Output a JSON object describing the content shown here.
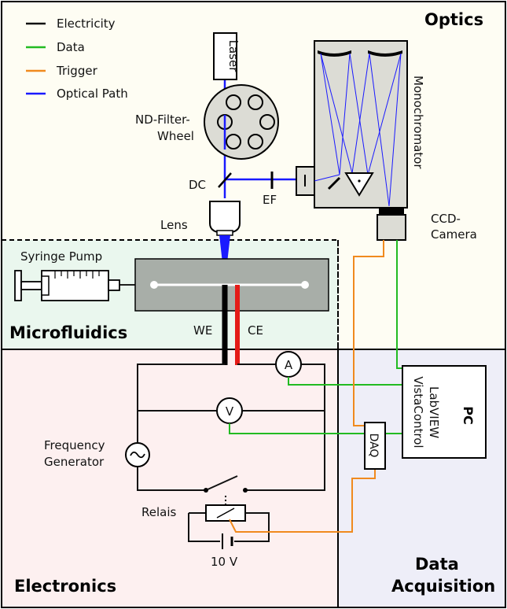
{
  "colors": {
    "electricity": "#111111",
    "data": "#22bb22",
    "trigger": "#f08a1e",
    "optical_path": "#1a1aff",
    "optics_bg": "#fefdf3",
    "microfluidics_bg": "#eaf7ee",
    "electronics_bg": "#fdf0f0",
    "daq_bg": "#eeeef8",
    "device_gray": "#dcdcd5",
    "chip_gray": "#a8aea8",
    "ce_red": "#e41b17"
  },
  "legend": [
    {
      "label": "Electricity",
      "color_key": "electricity"
    },
    {
      "label": "Data",
      "color_key": "data"
    },
    {
      "label": "Trigger",
      "color_key": "trigger"
    },
    {
      "label": "Optical Path",
      "color_key": "optical_path"
    }
  ],
  "regions": {
    "optics": "Optics",
    "microfluidics": "Microfluidics",
    "electronics": "Electronics",
    "data_acquisition_line1": "Data",
    "data_acquisition_line2": "Acquisition"
  },
  "components": {
    "laser": "Laser",
    "nd_filter_line1": "ND-Filter-",
    "nd_filter_line2": "Wheel",
    "dc": "DC",
    "ef": "EF",
    "lens": "Lens",
    "monochromator": "Monochromator",
    "ccd_line1": "CCD-",
    "ccd_line2": "Camera",
    "syringe_pump": "Syringe Pump",
    "we": "WE",
    "ce": "CE",
    "ammeter": "A",
    "voltmeter": "V",
    "freq_gen_line1": "Frequency",
    "freq_gen_line2": "Generator",
    "relais": "Relais",
    "voltage": "10 V",
    "daq": "DAQ",
    "pc_title": "PC",
    "pc_line1": "LabVIEW",
    "pc_line2": "VistaControl"
  }
}
